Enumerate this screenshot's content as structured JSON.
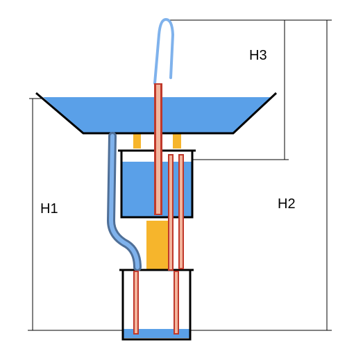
{
  "labels": {
    "h1": "H1",
    "h2": "H2",
    "h3": "H3"
  },
  "colors": {
    "water": "#5aa0e8",
    "support": "#f6b52c",
    "tube_outer": "#c0392b",
    "tube_inner": "#f3b59d",
    "siphon": "#7fb2ec",
    "outline": "#000000",
    "dimension_line": "#000000"
  },
  "parts": [
    "top-basin",
    "middle-chamber",
    "bottom-chamber",
    "support-struts",
    "siphon-tube",
    "drain-pipe",
    "riser-tubes"
  ]
}
